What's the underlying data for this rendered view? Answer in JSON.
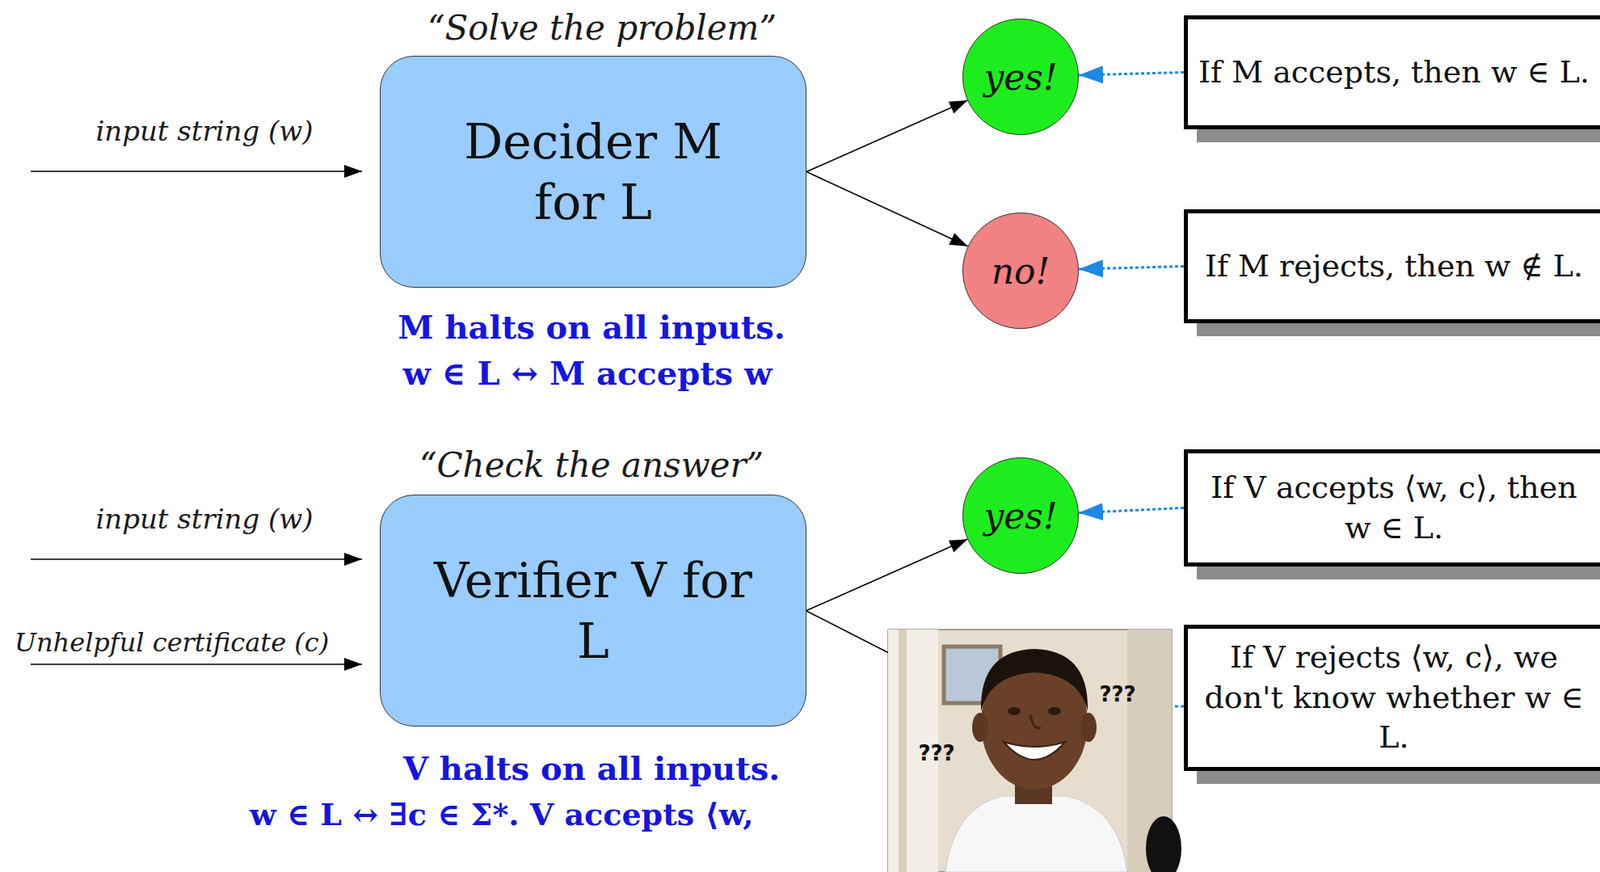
{
  "diagram": {
    "nodes": [
      {
        "text": [
          "Decider M for L"
        ]
      },
      {
        "text": [
          "yes!"
        ]
      },
      {
        "text": [
          "no!"
        ]
      },
      {
        "text": [
          "If M accepts, then w ∈ L."
        ]
      },
      {
        "text": [
          "If M rejects, then w ∉ L."
        ]
      },
      {
        "text": [
          "Verifier V for L"
        ]
      },
      {
        "text": [
          "yes!"
        ]
      },
      {
        "text": [
          "If V accepts ⟨w, c⟩, then w ∈ L."
        ]
      },
      {
        "text": [
          "If V rejects ⟨w, c⟩, we don't know whether w ∈ L."
        ]
      }
    ],
    "edges": [
      {
        "from": 0,
        "to": 1,
        "arrow": "to"
      },
      {
        "from": 0,
        "to": 2,
        "arrow": "to"
      },
      {
        "from": 3,
        "to": 1,
        "arrow": "to"
      },
      {
        "from": 4,
        "to": 2,
        "arrow": "to"
      },
      {
        "from": 5,
        "to": 6,
        "arrow": "to"
      },
      {
        "from": 7,
        "to": 6,
        "arrow": "to"
      }
    ],
    "labels": [
      "“Solve the problem”",
      "input string (w)",
      "M halts on all inputs.",
      "w ∈ L ↔ M accepts w",
      "“Check the answer”",
      "input string (w)",
      "Unhelpful certificate (c)",
      "V halts on all inputs.",
      "w ∈ L ↔ ∃c ∈ Σ*. V accepts ⟨w,",
      "???",
      "???"
    ]
  }
}
